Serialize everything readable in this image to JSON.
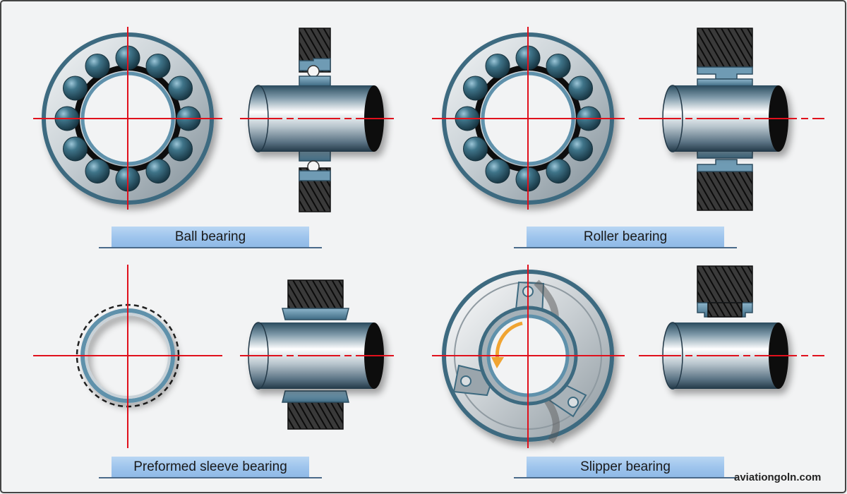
{
  "labels": {
    "ball": "Ball bearing",
    "roller": "Roller bearing",
    "sleeve": "Preformed sleeve bearing",
    "slipper": "Slipper bearing"
  },
  "watermark": "aviationgoln.com",
  "colors": {
    "background": "#f2f3f4",
    "crosshair": "#e0101c",
    "ball": "#2f5f73",
    "caption_fill": "#9cc3ec",
    "housing": "#2a2a2a",
    "race": "#5f91ab"
  }
}
